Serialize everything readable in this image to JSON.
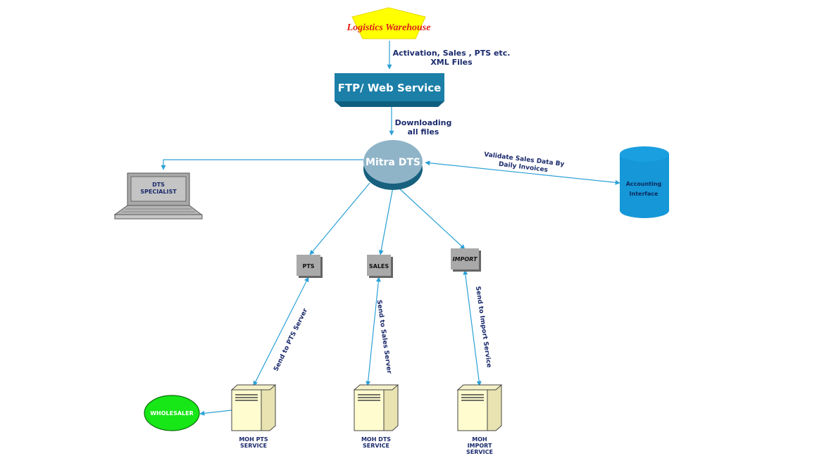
{
  "nodes": {
    "warehouse": "Logistics Warehouse",
    "ftp": "FTP/ Web Service",
    "mitra": "Mitra DTS",
    "dts_specialist_line1": "DTS",
    "dts_specialist_line2": "SPECIALIST",
    "accounting_line1": "Accounting",
    "accounting_line2": "Interface",
    "pts": "PTS",
    "sales": "SALES",
    "import": "IMPORT",
    "wholesaler": "WHOLESALER",
    "moh_pts_line1": "MOH PTS",
    "moh_pts_line2": "SERVICE",
    "moh_dts_line1": "MOH DTS",
    "moh_dts_line2": "SERVICE",
    "moh_import_line1": "MOH",
    "moh_import_line2": "IMPORT",
    "moh_import_line3": "SERVICE"
  },
  "edges": {
    "activation_line1": "Activation, Sales , PTS etc.",
    "activation_line2": "XML Files",
    "downloading_line1": "Downloading",
    "downloading_line2": "all files",
    "validate_line1": "Validate Sales Data By",
    "validate_line2": "Daily Invoices",
    "send_pts": "Send to PTS Server",
    "send_sales": "Send to Sales Server",
    "send_import": "Send to Import Service"
  },
  "colors": {
    "arrow": "#2ba1d6",
    "warehouse_fill": "#ffff00",
    "warehouse_text": "#e0201b",
    "ftp_front": "#1b7fa8",
    "ftp_top": "#0e5e7e",
    "mitra_top": "#8fb4c8",
    "mitra_side": "#17607e",
    "accounting": "#1597d8",
    "wholesaler": "#17e617",
    "server": "#fffdd0",
    "box": "#a9a9a9"
  }
}
